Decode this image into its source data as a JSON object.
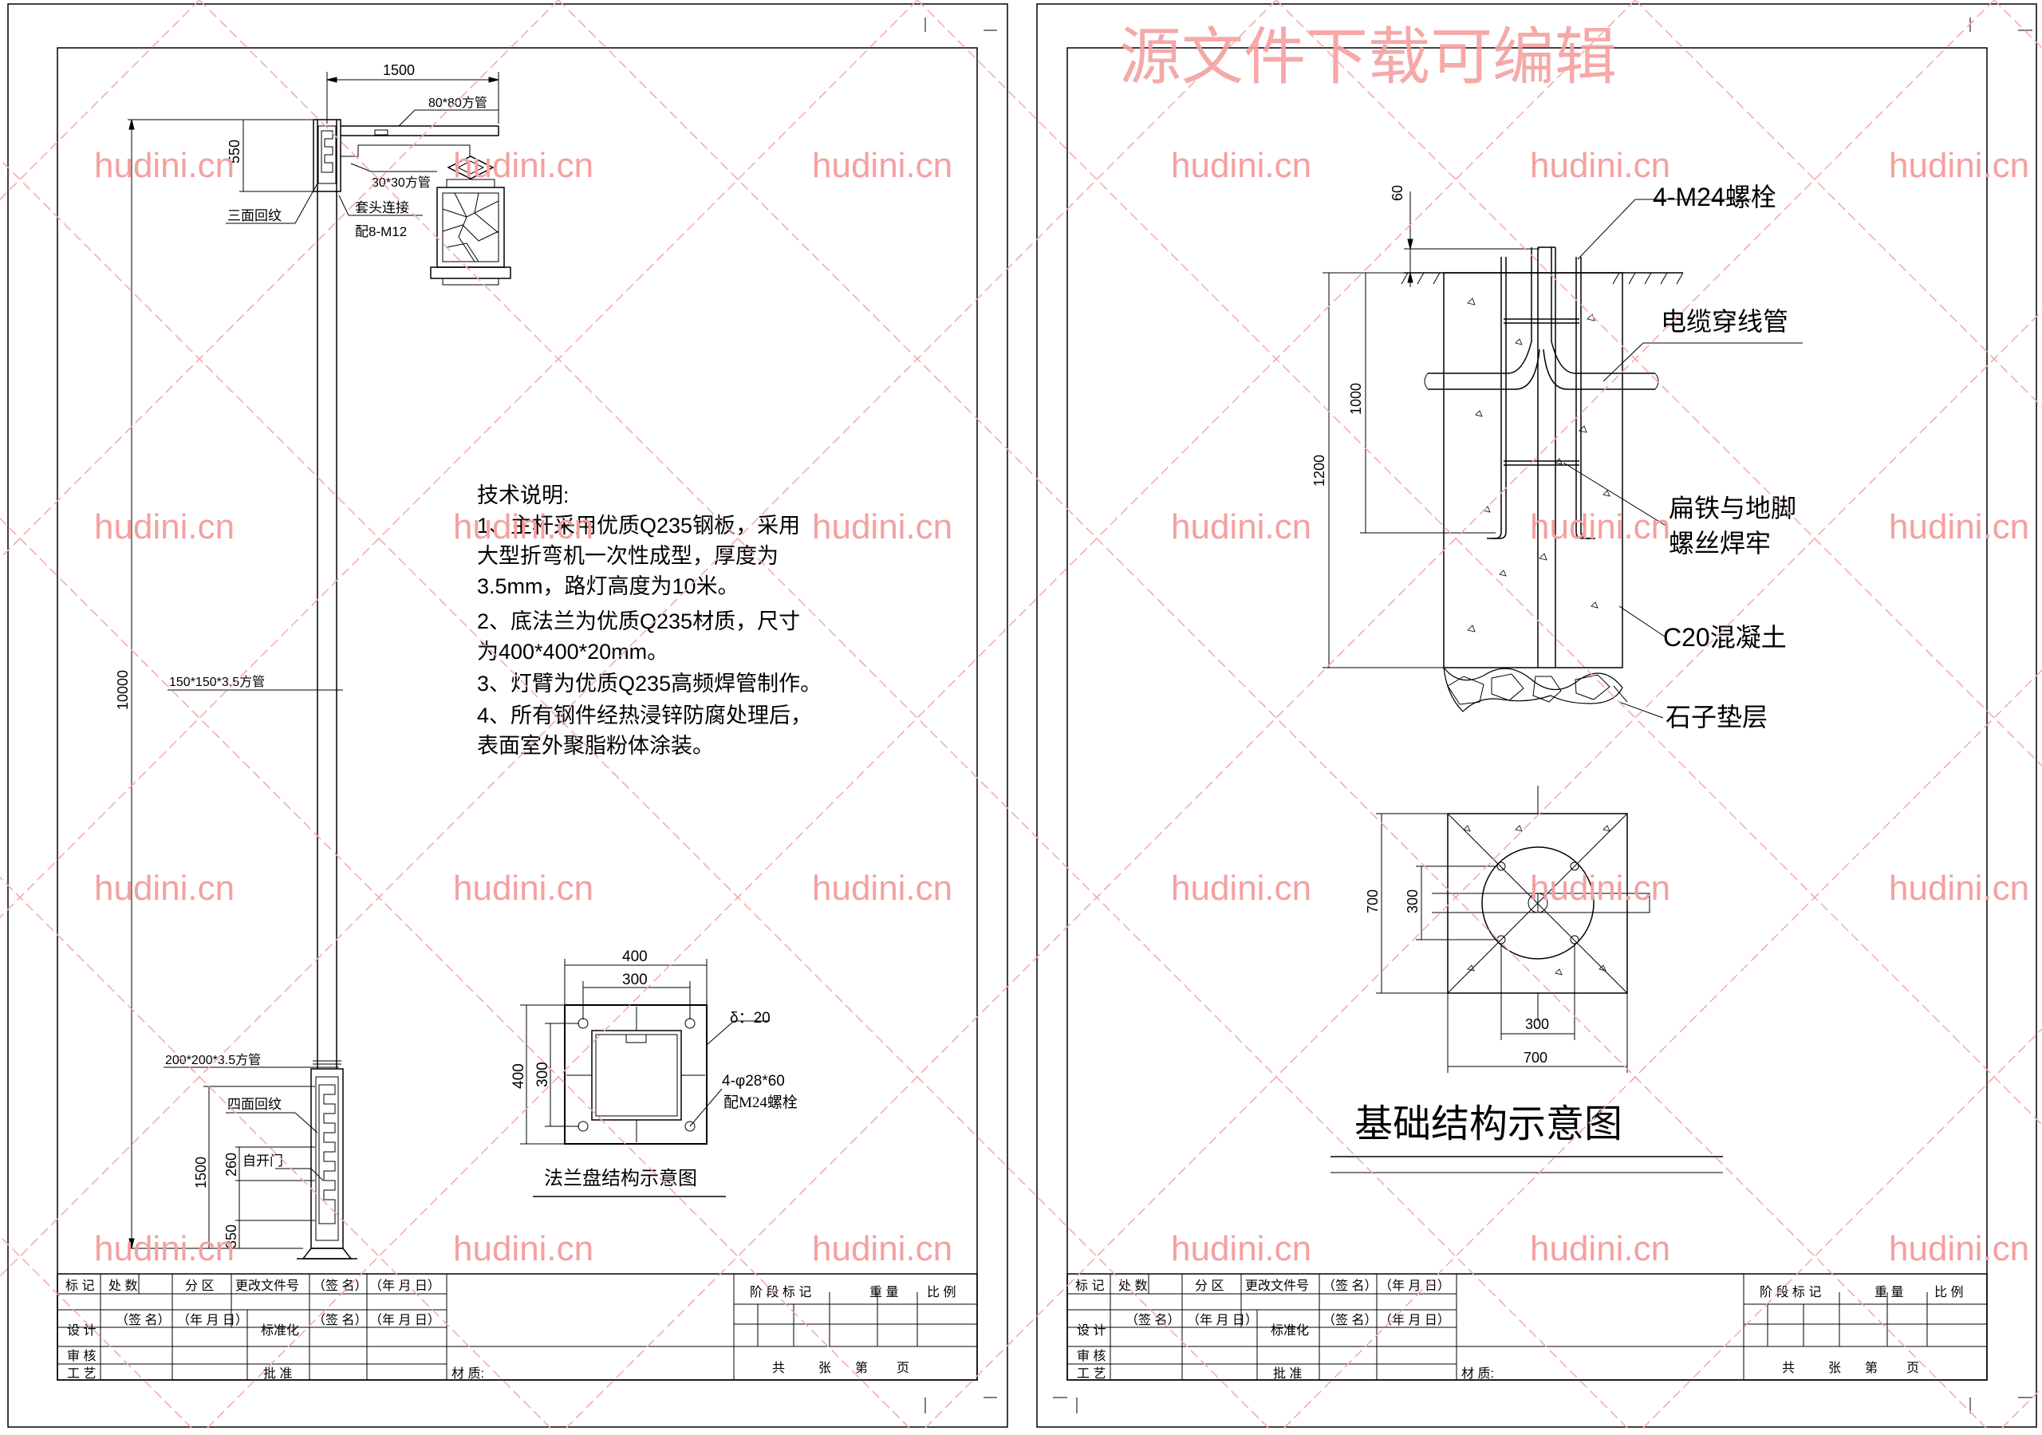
{
  "watermark": {
    "top_text": "源文件下载可编辑",
    "tile_text": "hudini.cn",
    "color": "#f08c8c"
  },
  "sheet1": {
    "dims": {
      "arm_length": "1500",
      "arm_pipe": "80*80方管",
      "arm_height": "550",
      "small_pipe": "30*30方管",
      "three_side": "三面回纹",
      "sleeve": "套头连接",
      "bolts": "配8-M12",
      "total_height": "10000",
      "pole_pipe": "150*150*3.5方管",
      "base_pipe": "200*200*3.5方管",
      "four_side": "四面回纹",
      "door": "自开门",
      "base_height": "1500",
      "door_h": "260",
      "bottom_h": "350"
    },
    "notes": {
      "title": "技术说明:",
      "lines": [
        "1、主杆采用优质Q235钢板，采用",
        "大型折弯机一次性成型，厚度为",
        "3.5mm，路灯高度为10米。",
        "2、底法兰为优质Q235材质，尺寸",
        "为400*400*20mm。",
        "3、灯臂为优质Q235高频焊管制作。",
        "4、所有钢件经热浸锌防腐处理后，",
        "表面室外聚脂粉体涂装。"
      ]
    },
    "flange": {
      "outer": "400",
      "inner": "300",
      "outer_v": "400",
      "inner_v": "300",
      "thickness": "δ：20",
      "holes": "4-φ28*60",
      "holes_bolt": "配M24螺栓",
      "caption": "法兰盘结构示意图"
    }
  },
  "sheet2": {
    "labels": {
      "bolts": "4-M24螺栓",
      "cable": "电缆穿线管",
      "weld_1": "扁铁与地脚",
      "weld_2": "螺丝焊牢",
      "concrete": "C20混凝土",
      "gravel": "石子垫层"
    },
    "dims": {
      "top": "60",
      "anchor": "1000",
      "depth": "1200",
      "plan_outer_v": "700",
      "plan_inner_v": "300",
      "plan_inner_h": "300",
      "plan_outer_h": "700"
    },
    "title": "基础结构示意图"
  },
  "title_block": {
    "mark": "标 记",
    "count": "处 数",
    "zone": "分 区",
    "change_doc": "更改文件号",
    "sign": "（签 名）",
    "date": "（年 月 日）",
    "design": "设 计",
    "standard": "标准化",
    "stage": "阶 段 标 记",
    "weight": "重 量",
    "scale": "比 例",
    "review": "审 核",
    "process": "工 艺",
    "approve": "批 准",
    "material": "材 质:",
    "total": "共",
    "sheets": "张",
    "page_no": "第",
    "page": "页"
  }
}
